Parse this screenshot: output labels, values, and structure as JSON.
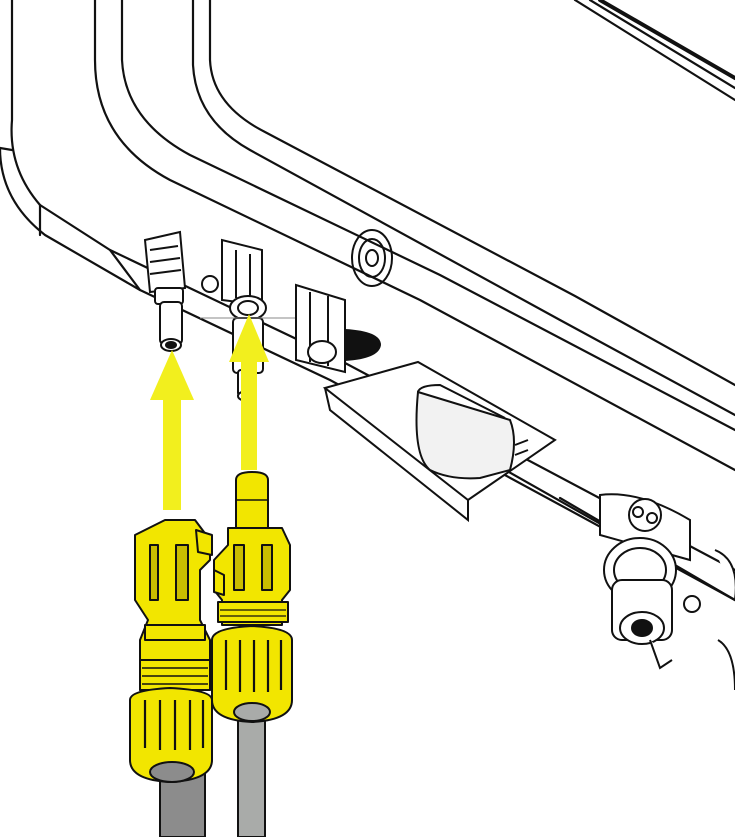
{
  "colors": {
    "background": "#ffffff",
    "outline": "#111111",
    "connector_fill": "#f2e600",
    "connector_dark": "#c9bd00",
    "arrow": "#f2ef1e",
    "cable_left": "#8c8c8c",
    "cable_right": "#a9aba9",
    "recess_fill": "#f2f2f2",
    "dark_part": "#222222"
  },
  "components": {
    "inverter_housing": "inverter-housing",
    "dc_input_ports": [
      "dc-input-minus",
      "dc-input-plus",
      "dc-input-extra"
    ],
    "connectors": [
      "mc4-connector-left",
      "mc4-connector-right"
    ],
    "arrows": [
      "insert-arrow-left",
      "insert-arrow-right"
    ]
  }
}
